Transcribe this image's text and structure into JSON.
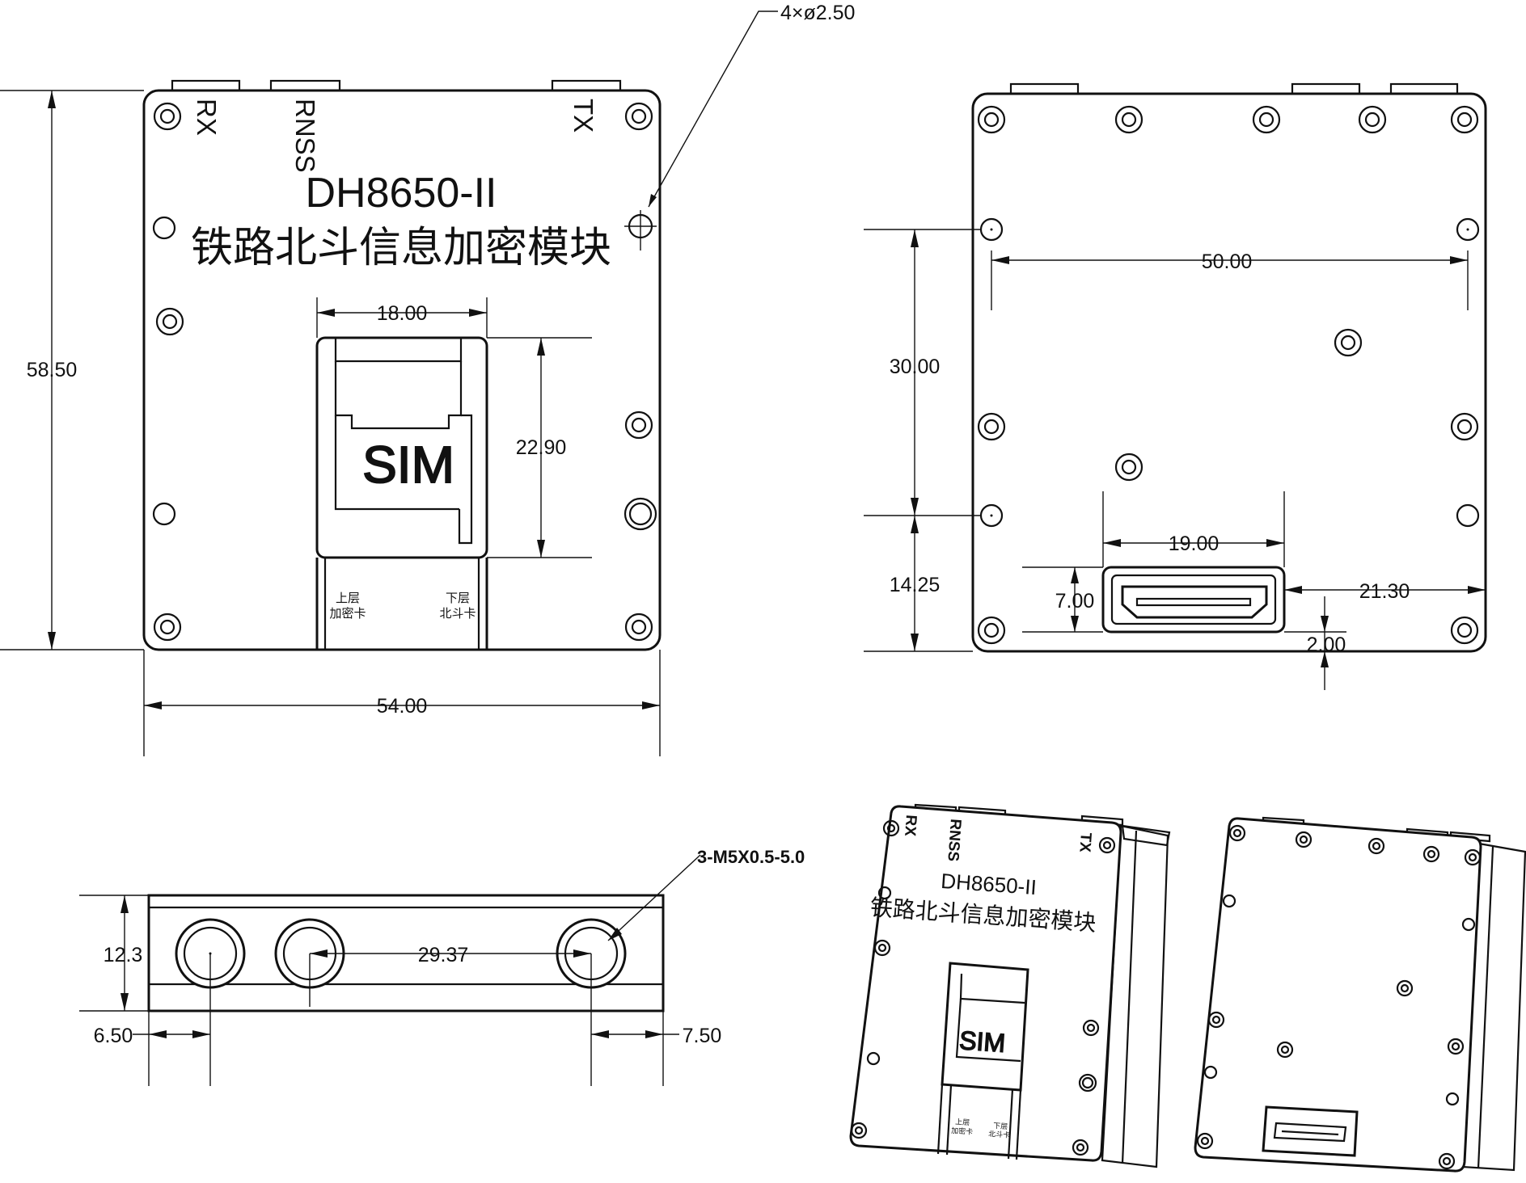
{
  "front": {
    "model": "DH8650-II",
    "name_cn": "铁路北斗信息加密模块",
    "port_rx": "RX",
    "port_rnss": "RNSS",
    "port_tx": "TX",
    "sim_label": "SIM",
    "upper_card_line1": "上层",
    "upper_card_line2": "加密卡",
    "lower_card_line1": "下层",
    "lower_card_line2": "北斗卡",
    "dim_hole": "4×ø2.50",
    "dim_height": "58.50",
    "dim_width": "54.00",
    "dim_sim_width": "18.00",
    "dim_sim_height": "22.90"
  },
  "back": {
    "dim_hole_spacing": "50.00",
    "dim_vert_upper": "30.00",
    "dim_vert_lower": "14.25",
    "dim_conn_width": "19.00",
    "dim_conn_height": "7.00",
    "dim_conn_right": "21.30",
    "dim_conn_bottom": "2.00"
  },
  "side": {
    "dim_thread": "3-M5X0.5-5.0",
    "dim_thickness": "12.3",
    "dim_spacing": "29.37",
    "dim_left": "6.50",
    "dim_right": "7.50"
  },
  "iso_front": {
    "port_rx": "RX",
    "port_rnss": "RNSS",
    "port_tx": "TX",
    "model": "DH8650-II",
    "name_cn": "铁路北斗信息加密模块",
    "sim_label": "SIM",
    "upper_card_line1": "上层",
    "upper_card_line2": "加密卡",
    "lower_card_line1": "下层",
    "lower_card_line2": "北斗卡"
  }
}
